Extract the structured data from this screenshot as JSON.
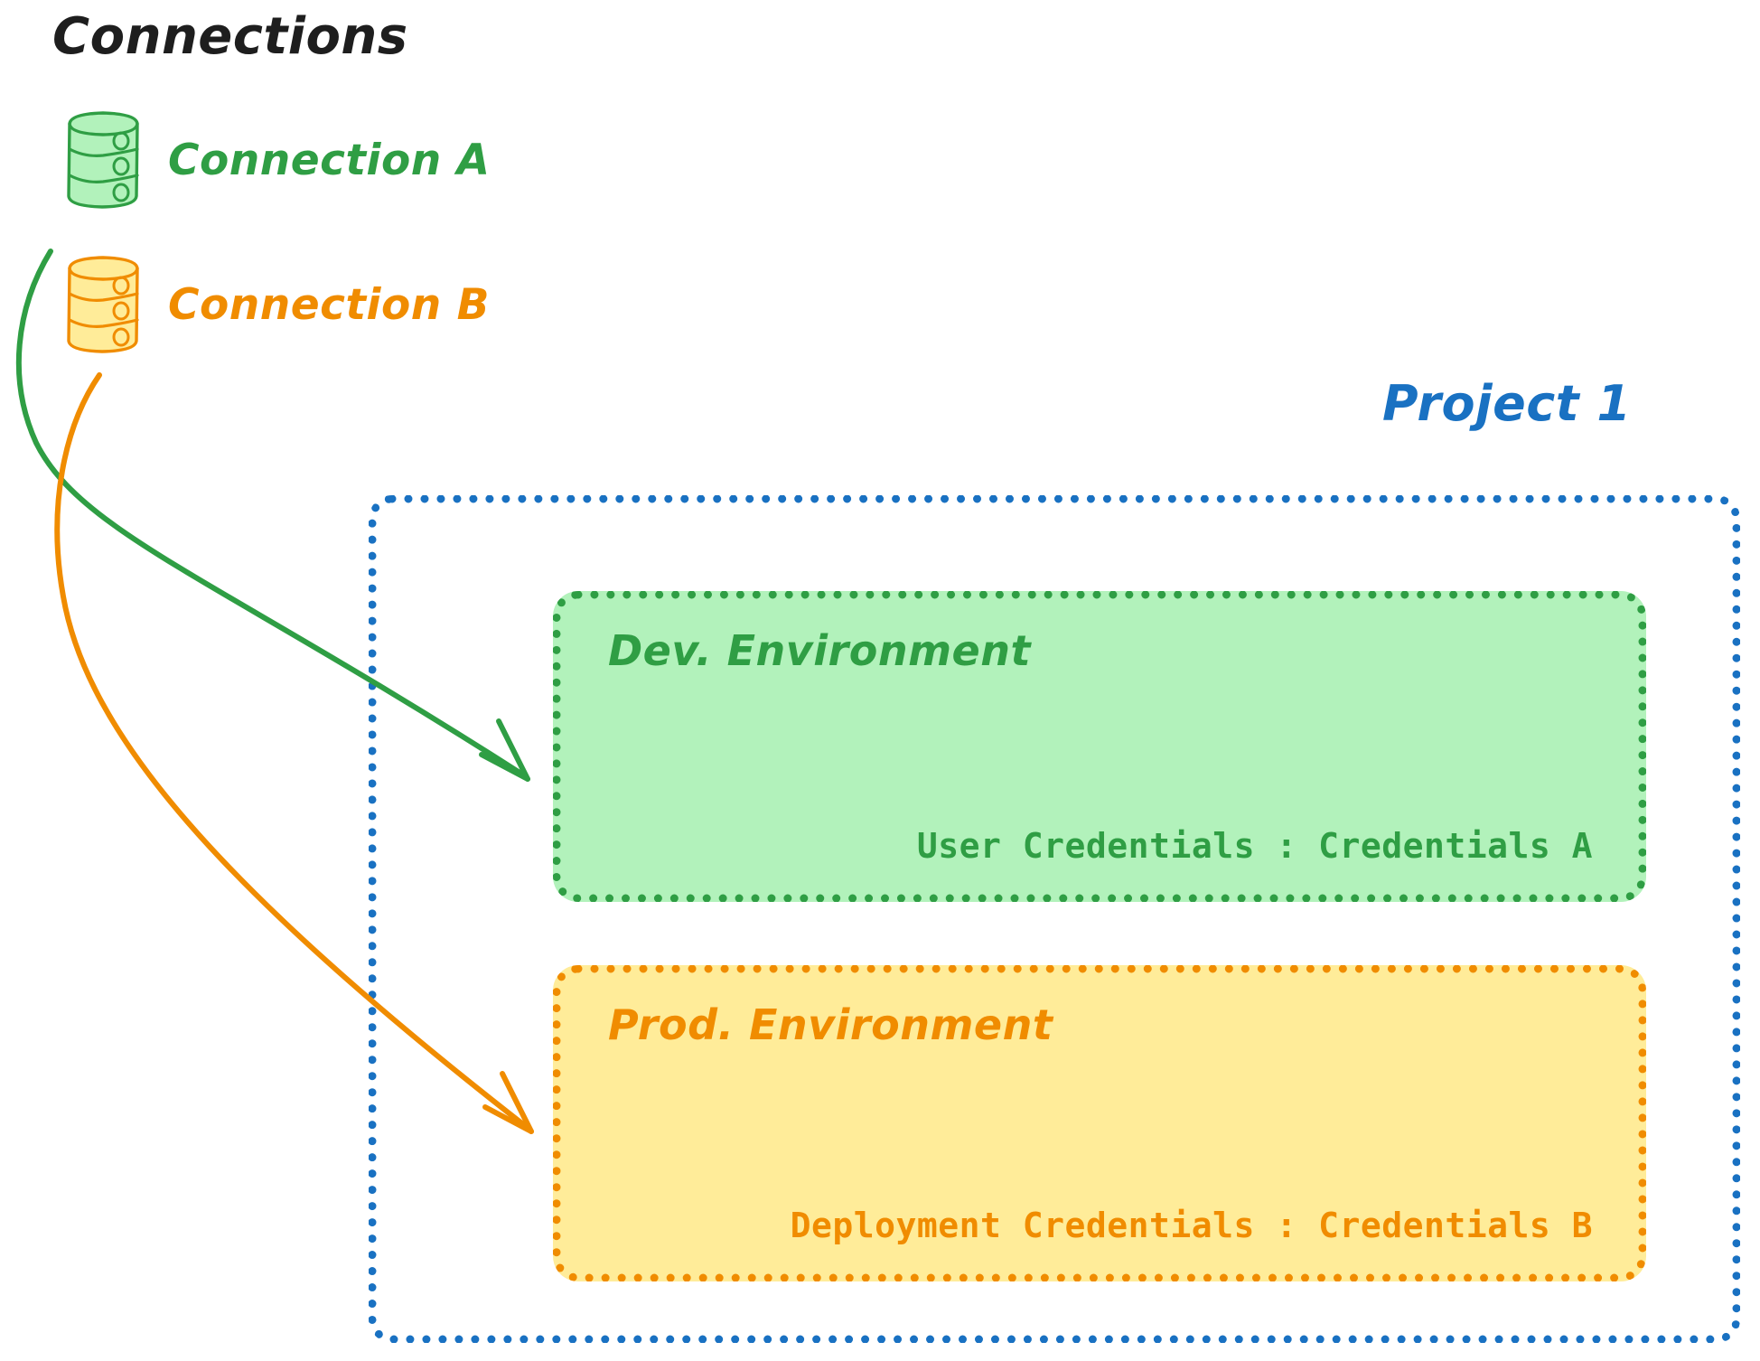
{
  "page": {
    "title": "Connections",
    "background_color": "#ffffff"
  },
  "colors": {
    "green": "#2f9e44",
    "green_fill": "#b2f2bb",
    "orange": "#f08c00",
    "orange_fill": "#ffec99",
    "blue": "#1971c2",
    "ink": "#1e1e1e"
  },
  "connections": {
    "heading": "Connections",
    "items": [
      {
        "label": "Connection A",
        "color": "#2f9e44",
        "icon": "database-cylinder-icon"
      },
      {
        "label": "Connection B",
        "color": "#f08c00",
        "icon": "database-cylinder-icon"
      }
    ]
  },
  "project": {
    "label": "Project 1",
    "color": "#1971c2",
    "environments": [
      {
        "title": "Dev. Environment",
        "credentials_label": "User Credentials",
        "credentials_separator": ":",
        "credentials_value": "Credentials A",
        "credentials_text": "User Credentials : Credentials A",
        "color": "#2f9e44",
        "fill": "#b2f2bb"
      },
      {
        "title": "Prod. Environment",
        "credentials_label": "Deployment Credentials",
        "credentials_separator": ":",
        "credentials_value": "Credentials B",
        "credentials_text": "Deployment Credentials : Credentials B",
        "color": "#f08c00",
        "fill": "#ffec99"
      }
    ]
  },
  "arrows": [
    {
      "name": "connection-a-to-dev-environment",
      "from": "Connection A",
      "to": "Dev. Environment",
      "color": "#2f9e44"
    },
    {
      "name": "connection-b-to-prod-environment",
      "from": "Connection B",
      "to": "Prod. Environment",
      "color": "#f08c00"
    }
  ]
}
